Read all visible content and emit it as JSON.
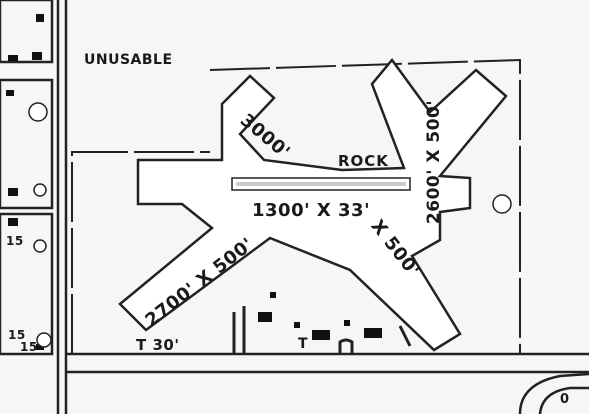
{
  "map": {
    "field_status": "UNUSABLE",
    "runways": [
      {
        "label": "3000'"
      },
      {
        "label": "2600' X 500'"
      },
      {
        "label": "2700' X 500'"
      },
      {
        "label": "X 500'"
      }
    ],
    "strip": {
      "surface": "ROCK",
      "dimensions": "1300' X 33'"
    },
    "boundary_label": "T 30'",
    "hangar_marker": "T",
    "street_numbers": [
      "15",
      "15",
      "15"
    ],
    "bottom_road_label": "",
    "corner_marker": "0"
  }
}
